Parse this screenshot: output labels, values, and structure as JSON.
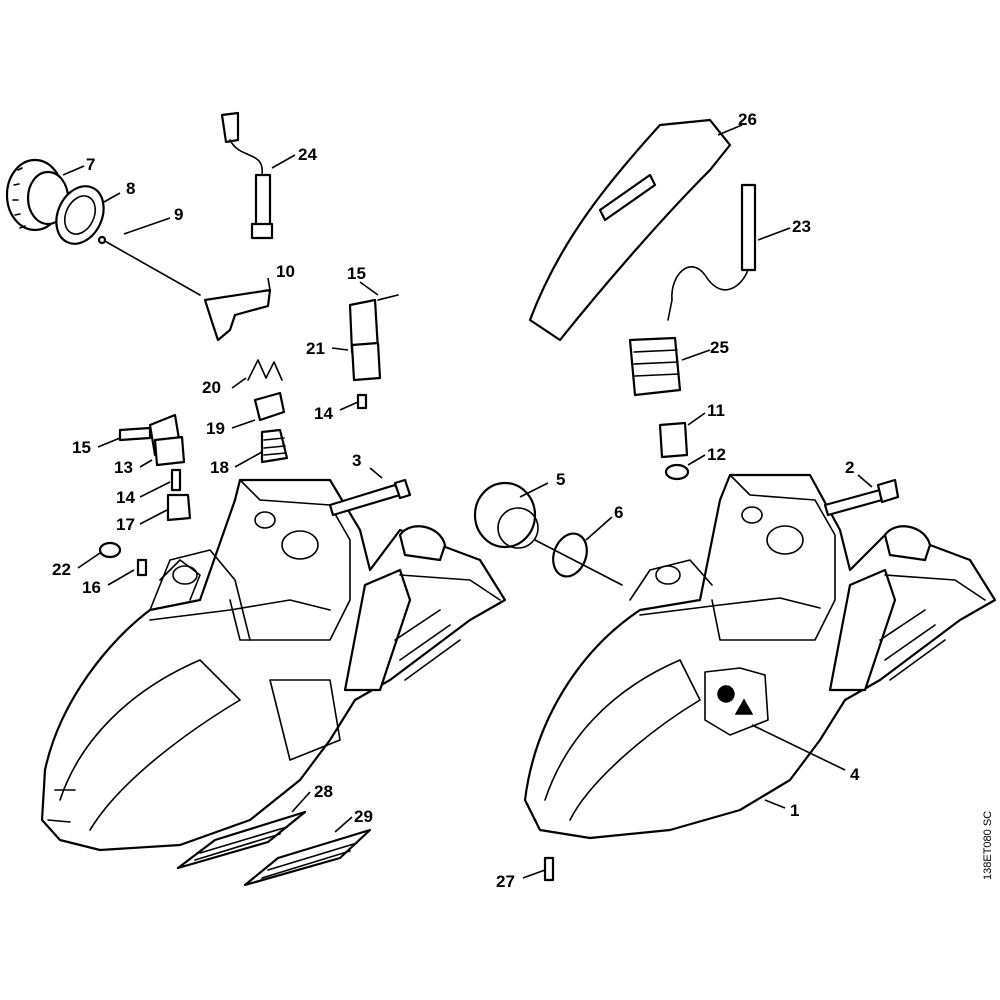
{
  "drawing_code": "138ET080 SC",
  "callouts": [
    {
      "id": "c1",
      "label": "1"
    },
    {
      "id": "c2",
      "label": "2"
    },
    {
      "id": "c3",
      "label": "3"
    },
    {
      "id": "c4",
      "label": "4"
    },
    {
      "id": "c5",
      "label": "5"
    },
    {
      "id": "c6",
      "label": "6"
    },
    {
      "id": "c7",
      "label": "7"
    },
    {
      "id": "c8",
      "label": "8"
    },
    {
      "id": "c9",
      "label": "9"
    },
    {
      "id": "c10",
      "label": "10"
    },
    {
      "id": "c11",
      "label": "11"
    },
    {
      "id": "c12",
      "label": "12"
    },
    {
      "id": "c13",
      "label": "13"
    },
    {
      "id": "c14a",
      "label": "14"
    },
    {
      "id": "c14b",
      "label": "14"
    },
    {
      "id": "c15a",
      "label": "15"
    },
    {
      "id": "c15b",
      "label": "15"
    },
    {
      "id": "c16",
      "label": "16"
    },
    {
      "id": "c17",
      "label": "17"
    },
    {
      "id": "c18",
      "label": "18"
    },
    {
      "id": "c19",
      "label": "19"
    },
    {
      "id": "c20",
      "label": "20"
    },
    {
      "id": "c21",
      "label": "21"
    },
    {
      "id": "c22",
      "label": "22"
    },
    {
      "id": "c23",
      "label": "23"
    },
    {
      "id": "c24",
      "label": "24"
    },
    {
      "id": "c25",
      "label": "25"
    },
    {
      "id": "c26",
      "label": "26"
    },
    {
      "id": "c27",
      "label": "27"
    },
    {
      "id": "c28",
      "label": "28"
    },
    {
      "id": "c29",
      "label": "29"
    }
  ]
}
